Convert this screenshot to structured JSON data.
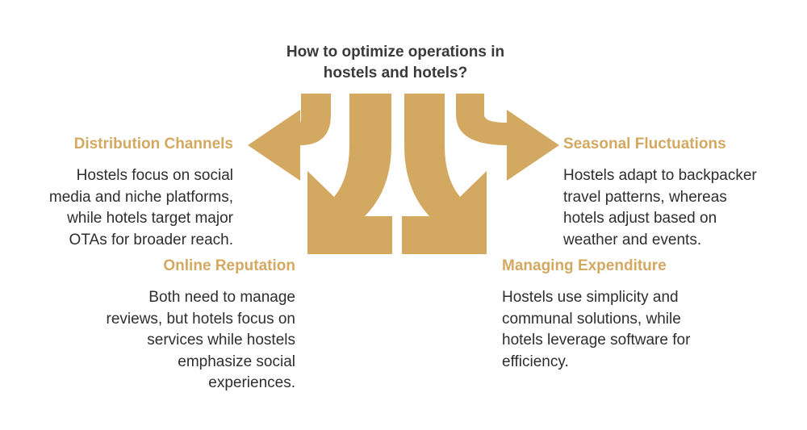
{
  "title": {
    "line1": "How to optimize operations in",
    "line2": "hostels and hotels?"
  },
  "accent_color": "#D3A962",
  "branches": {
    "distribution": {
      "heading": "Distribution Channels",
      "lines": [
        "Hostels focus on social",
        "media and niche platforms,",
        "while hotels target major",
        "OTAs for broader reach."
      ]
    },
    "online": {
      "heading": "Online Reputation",
      "lines": [
        "Both need to manage",
        "reviews, but hotels focus on",
        "services while hostels",
        "emphasize social",
        "experiences."
      ]
    },
    "seasonal": {
      "heading": "Seasonal Fluctuations",
      "lines": [
        "Hostels adapt to backpacker",
        "travel patterns, whereas",
        "hotels adjust based on",
        "weather and events."
      ]
    },
    "expenditure": {
      "heading": "Managing Expenditure",
      "lines": [
        "Hostels use simplicity and",
        "communal solutions, while",
        "hotels leverage software for",
        "efficiency."
      ]
    }
  }
}
